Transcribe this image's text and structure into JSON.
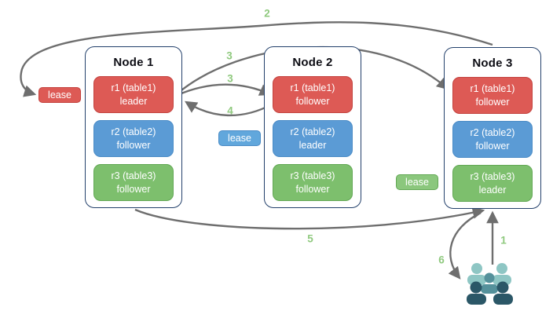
{
  "nodes": [
    {
      "title": "Node 1",
      "replicas": [
        {
          "range": "r1 (table1)",
          "role": "leader",
          "color": "red"
        },
        {
          "range": "r2 (table2)",
          "role": "follower",
          "color": "blue"
        },
        {
          "range": "r3 (table3)",
          "role": "follower",
          "color": "green"
        }
      ]
    },
    {
      "title": "Node 2",
      "replicas": [
        {
          "range": "r1 (table1)",
          "role": "follower",
          "color": "red"
        },
        {
          "range": "r2 (table2)",
          "role": "leader",
          "color": "blue"
        },
        {
          "range": "r3 (table3)",
          "role": "follower",
          "color": "green"
        }
      ]
    },
    {
      "title": "Node 3",
      "replicas": [
        {
          "range": "r1 (table1)",
          "role": "follower",
          "color": "red"
        },
        {
          "range": "r2 (table2)",
          "role": "follower",
          "color": "blue"
        },
        {
          "range": "r3 (table3)",
          "role": "leader",
          "color": "green"
        }
      ]
    }
  ],
  "leases": [
    {
      "label": "lease",
      "color": "red"
    },
    {
      "label": "lease",
      "color": "blue"
    },
    {
      "label": "lease",
      "color": "green"
    }
  ],
  "steps": [
    {
      "label": "2"
    },
    {
      "label": "3"
    },
    {
      "label": "3"
    },
    {
      "label": "4"
    },
    {
      "label": "5"
    },
    {
      "label": "1"
    },
    {
      "label": "6"
    }
  ],
  "icons": {
    "users": "users-group-icon"
  },
  "colors": {
    "node-border": "#23406b",
    "title-color": "#0d0d14",
    "red-fill": "#dd5a55",
    "red-border": "#c3423e",
    "blue-fill": "#5b9bd5",
    "blue-border": "#4a8bc6",
    "green-fill": "#7dbf6d",
    "green-border": "#62a854",
    "lease-blue-fill": "#61a7dc",
    "lease-green-fill": "#8bc77d",
    "arrow-gray": "#6e6e6e",
    "step-green": "#8fc97e",
    "users-light": "#8ec6c4",
    "users-mid": "#55919b",
    "users-dark": "#2b5767"
  }
}
